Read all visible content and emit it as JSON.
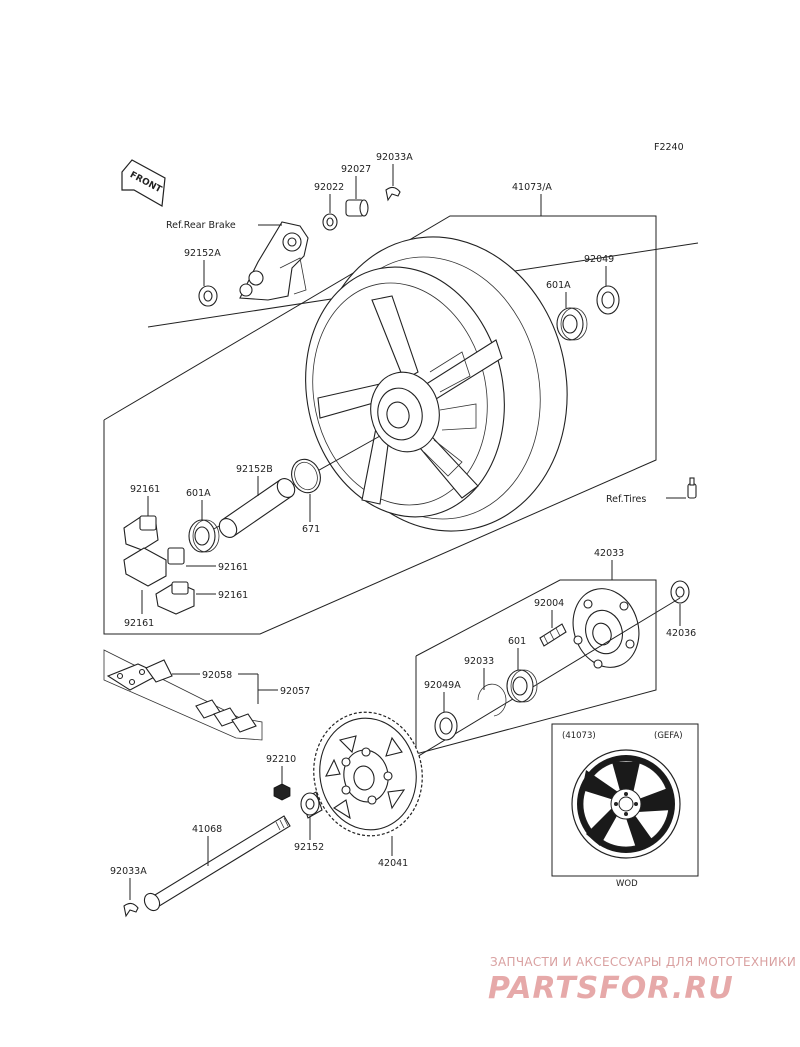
{
  "figure_code": "F2240",
  "front_arrow": "FRONT",
  "labels": {
    "p92033A_top": "92033A",
    "p92027": "92027",
    "p92022": "92022",
    "ref_rear_brake": "Ref.Rear Brake",
    "p92152A": "92152A",
    "p41073A": "41073/A",
    "p92049": "92049",
    "p601A_right": "601A",
    "p92161_a": "92161",
    "p601A_left": "601A",
    "p92152B": "92152B",
    "p671": "671",
    "ref_tires": "Ref.Tires",
    "p92161_b": "92161",
    "p92161_c": "92161",
    "p92161_d": "92161",
    "p42033": "42033",
    "p92004": "92004",
    "p42036": "42036",
    "p92058": "92058",
    "p92057": "92057",
    "p92033": "92033",
    "p601": "601",
    "p92049A": "92049A",
    "p92210": "92210",
    "p41068": "41068",
    "p92152": "92152",
    "p42041": "42041",
    "p92033A_bottom": "92033A"
  },
  "inset": {
    "left_label": "(41073)",
    "right_label": "(GEFA)",
    "caption": "WOD"
  },
  "watermark": {
    "line1": "ЗАПЧАСТИ И АКСЕССУАРЫ ДЛЯ МОТОТЕХНИКИ",
    "line2": "PARTSFOR.RU"
  }
}
